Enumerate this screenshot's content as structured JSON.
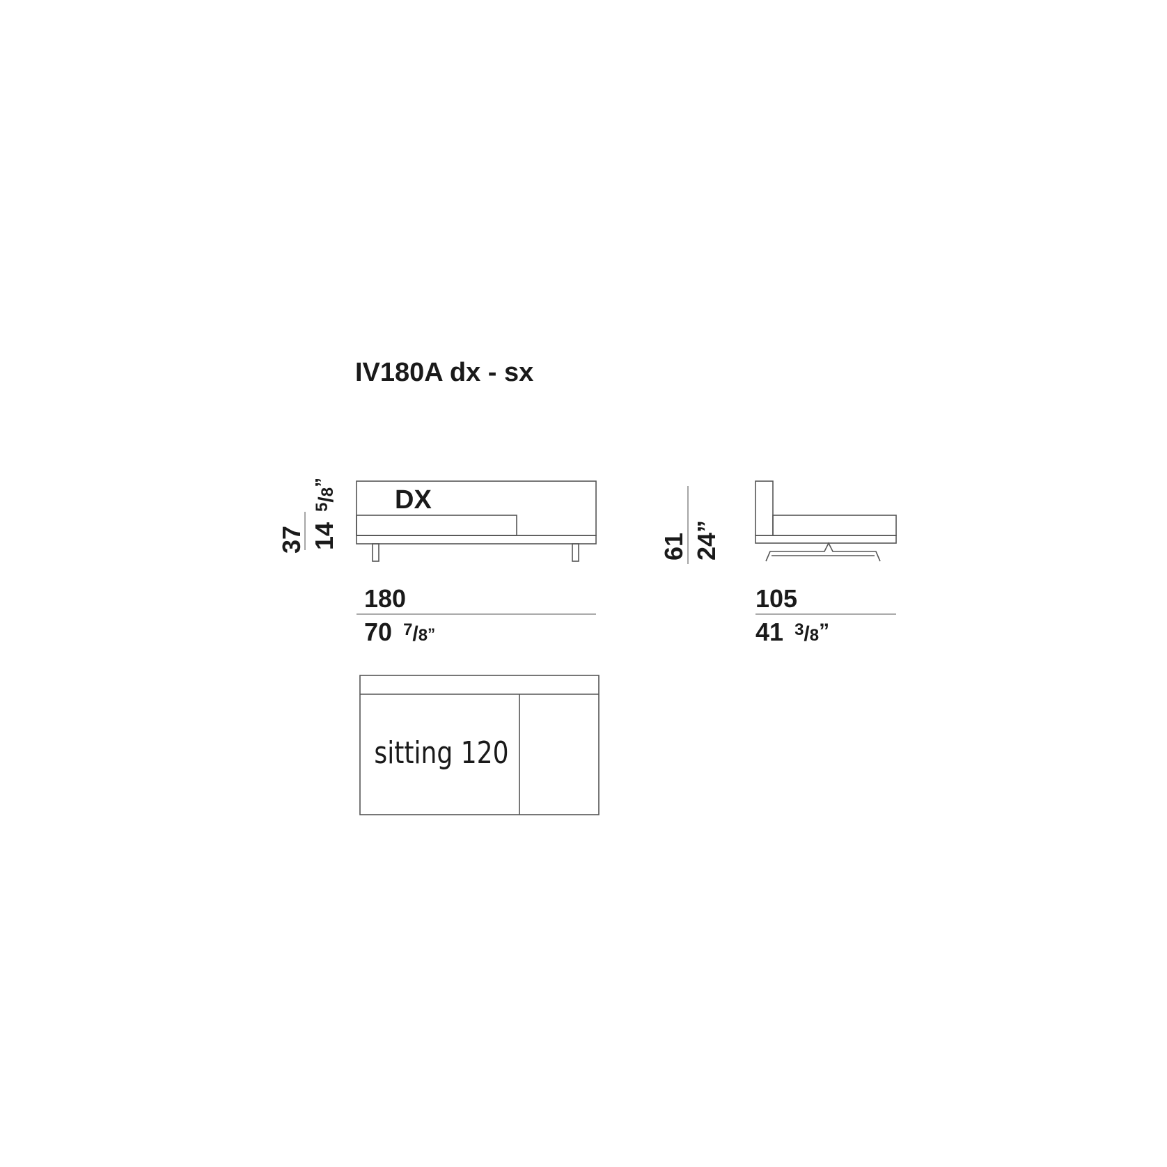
{
  "title": "IV180A dx - sx",
  "front_view": {
    "label": "DX",
    "height_cm": "37",
    "height_in_whole": "14",
    "height_in_num": "5",
    "height_in_den": "8",
    "width_cm": "180",
    "width_in_whole": "70",
    "width_in_num": "7",
    "width_in_den": "8"
  },
  "side_view": {
    "height_cm": "61",
    "height_in": "24”",
    "depth_cm": "105",
    "depth_in_whole": "41",
    "depth_in_num": "3",
    "depth_in_den": "8"
  },
  "plan_view": {
    "seat_label": "sitting 120"
  },
  "colors": {
    "ink": "#1a1a1a",
    "line": "#555555",
    "background": "#ffffff"
  }
}
